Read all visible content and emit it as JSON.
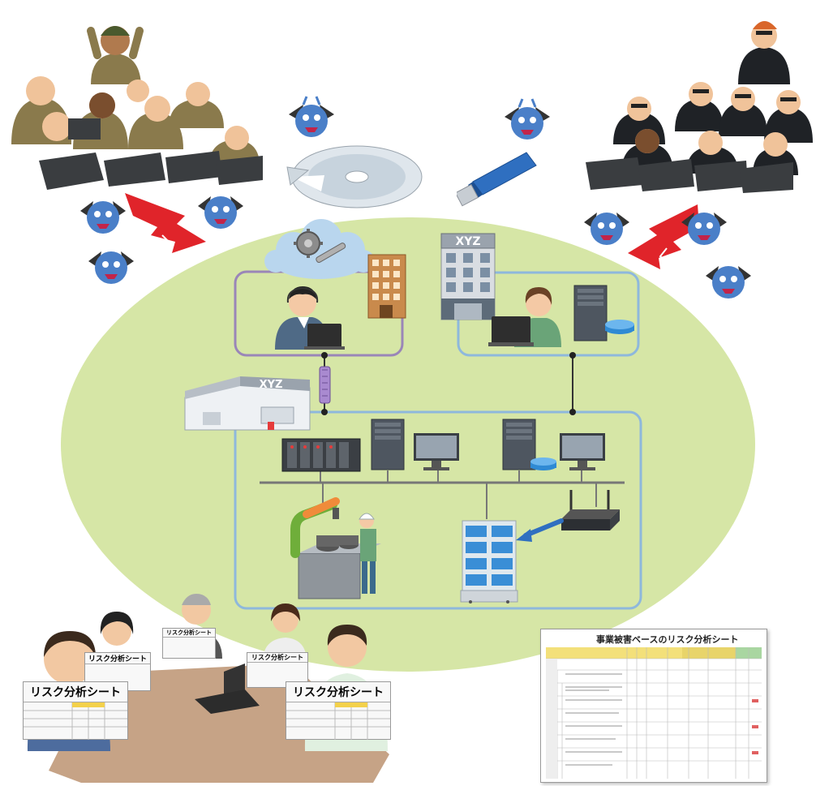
{
  "company": {
    "office_sign": "XYZ",
    "factory_sign": "XYZ"
  },
  "meeting": {
    "sheet_label": "リスク分析シート"
  },
  "document": {
    "title": "事業被害ベースのリスク分析シート"
  },
  "colors": {
    "ellipse": "#d6e6a6",
    "ot_network": "#8eb8dc",
    "vendor_network": "#9a86b8",
    "attack_arrow": "#e0242a",
    "malware": "#4a7fc8",
    "wifi_arrow": "#2f6fc0"
  },
  "icons": [
    "cloud-gear-icon",
    "office-building-icon",
    "factory-icon",
    "server-icon",
    "monitor-icon",
    "plc-icon",
    "router-icon",
    "robot-arm-icon",
    "agv-rack-icon",
    "cd-disc-icon",
    "usb-drive-icon",
    "malware-icon",
    "attack-arrow-icon"
  ]
}
